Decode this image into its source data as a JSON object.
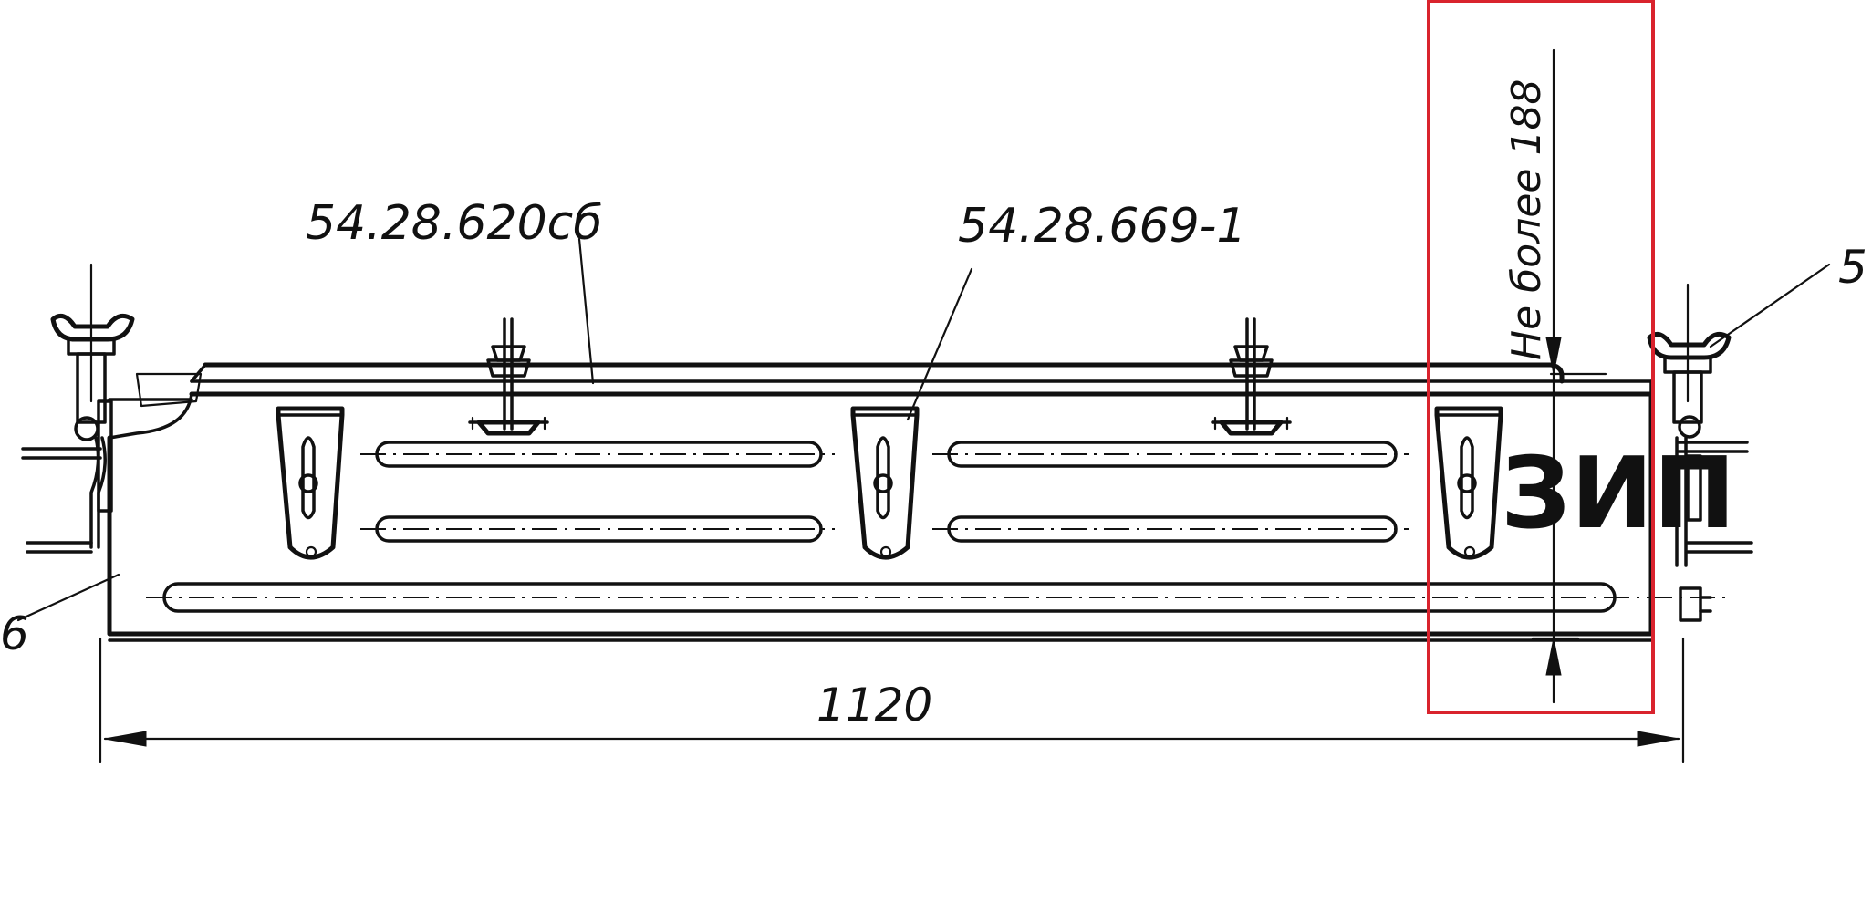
{
  "labels": {
    "part_frame": "54.28.620сб",
    "part_bracket": "54.28.669-1",
    "pos_left": "6",
    "pos_right": "5",
    "dim_length": "1120",
    "dim_height_note": "Не более 188",
    "marking": "ЗИП"
  },
  "highlight": {
    "color": "#d9232d"
  }
}
